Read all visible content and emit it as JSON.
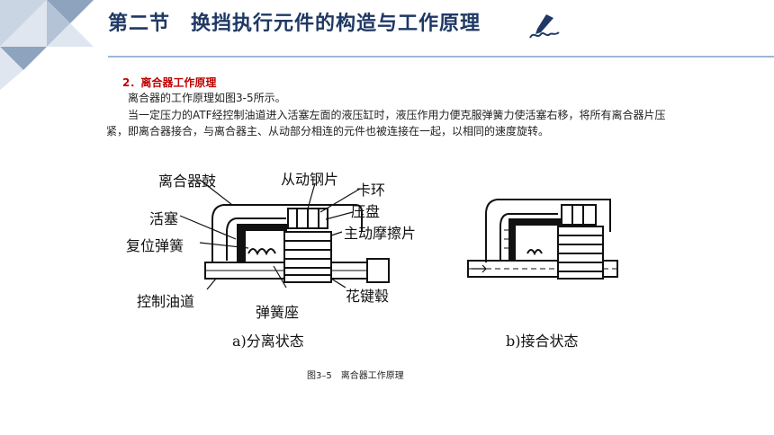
{
  "header": {
    "title": "第二节　换挡执行元件的构造与工作原理"
  },
  "content": {
    "section_heading": "2．离合器工作原理",
    "paragraph_1": "离合器的工作原理如图3-5所示。",
    "paragraph_2": "当一定压力的ATF经控制油道进入活塞左面的液压缸时，液压作用力便克服弹簧力使活塞右移，将所有离合器片压紧，即离合器接合，与离合器主、从动部分相连的元件也被连接在一起，以相同的速度旋转。"
  },
  "figure": {
    "labels": {
      "drum": "离合器鼓",
      "piston": "活塞",
      "return_spring": "复位弹簧",
      "control_passage": "控制油道",
      "driven_plate": "从动钢片",
      "snap_ring": "卡环",
      "pressure_plate": "压盘",
      "drive_plate": "主动摩擦片",
      "spring_seat": "弹簧座",
      "hub": "花键毂"
    },
    "caption_a": "a)分离状态",
    "caption_b": "b)接合状态",
    "figure_caption": "图3–5　离合器工作原理"
  },
  "colors": {
    "title": "#1f3864",
    "section_heading": "#c00000",
    "corner_dark": "#8ea3bd",
    "corner_light": "#c9d5e3"
  },
  "icons": {
    "corner": "triangle-pattern-decoration",
    "pen": "pen-writing-icon"
  }
}
